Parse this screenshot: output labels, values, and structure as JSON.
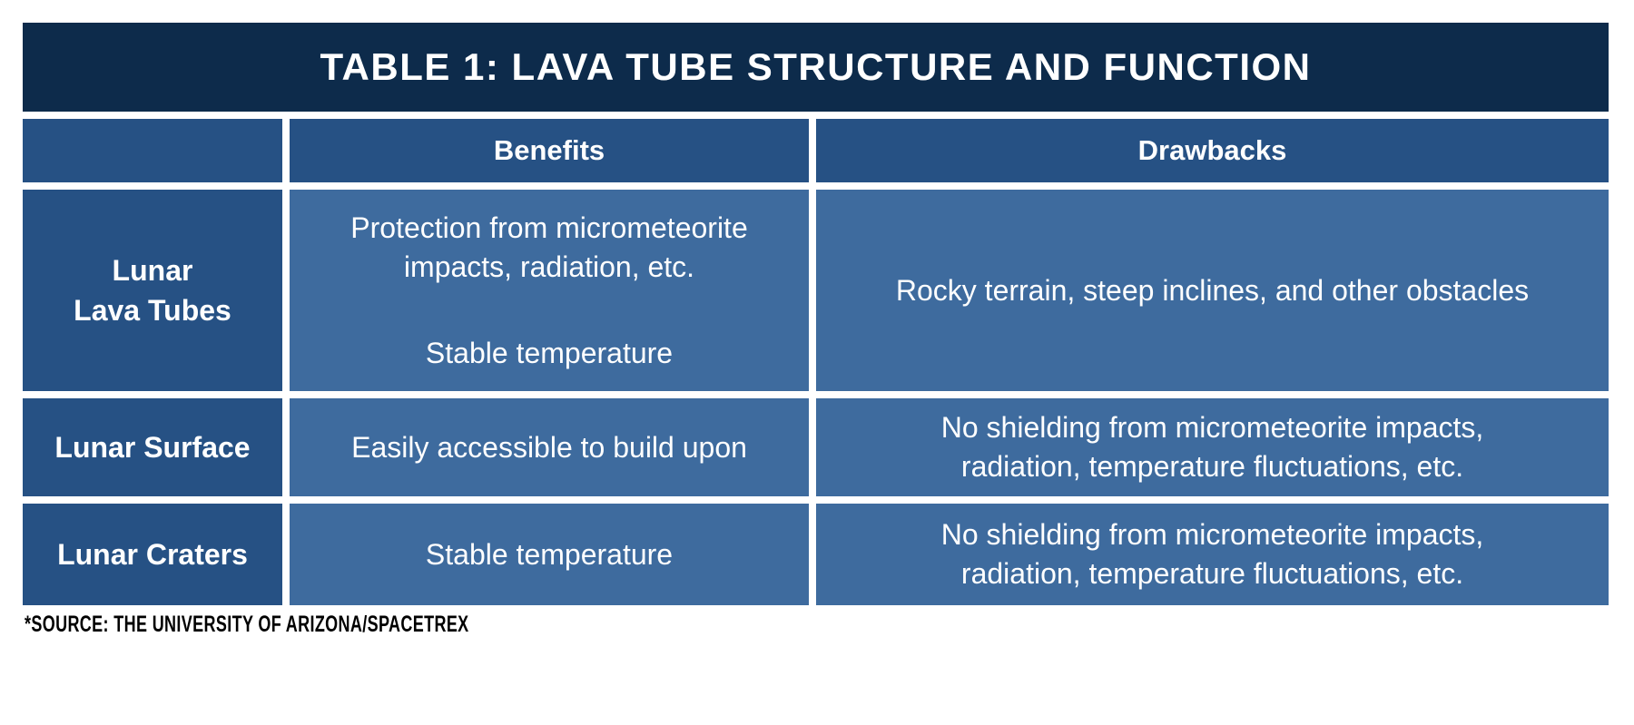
{
  "table": {
    "title": "TABLE 1: LAVA TUBE STRUCTURE AND FUNCTION",
    "column_headers": [
      "Benefits",
      "Drawbacks"
    ],
    "rows": [
      {
        "label": "Lunar Lava Tubes",
        "label_lines": [
          "Lunar",
          "Lava Tubes"
        ],
        "benefits": [
          "Protection from micrometeorite impacts, radiation, etc.",
          "Stable temperature"
        ],
        "drawbacks": [
          "Rocky terrain, steep inclines, and other obstacles"
        ]
      },
      {
        "label": "Lunar Surface",
        "label_lines": [
          "Lunar Surface"
        ],
        "benefits": [
          "Easily accessible to build upon"
        ],
        "drawbacks": [
          "No shielding from micrometeorite impacts, radiation, temperature fluctuations, etc."
        ]
      },
      {
        "label": "Lunar Craters",
        "label_lines": [
          "Lunar Craters"
        ],
        "benefits": [
          "Stable temperature"
        ],
        "drawbacks": [
          "No shielding from micrometeorite impacts, radiation, temperature fluctuations, etc."
        ]
      }
    ],
    "source_note": "*SOURCE: THE UNIVERSITY OF ARIZONA/SPACETREX"
  },
  "chart_data": {
    "type": "table",
    "title": "TABLE 1: LAVA TUBE STRUCTURE AND FUNCTION",
    "columns": [
      "",
      "Benefits",
      "Drawbacks"
    ],
    "cells": [
      [
        "Lunar Lava Tubes",
        "Protection from micrometeorite impacts, radiation, etc. / Stable temperature",
        "Rocky terrain, steep inclines, and other obstacles"
      ],
      [
        "Lunar Surface",
        "Easily accessible to build upon",
        "No shielding from micrometeorite impacts, radiation, temperature fluctuations, etc."
      ],
      [
        "Lunar Craters",
        "Stable temperature",
        "No shielding from micrometeorite impacts, radiation, temperature fluctuations, etc."
      ]
    ],
    "source": "*SOURCE: THE UNIVERSITY OF ARIZONA/SPACETREX"
  },
  "colors": {
    "title_bar": "#0d2b4b",
    "header_and_label_cells": "#265184",
    "body_cells": "#3e6b9e",
    "cell_text": "#ffffff",
    "source_text": "#000000",
    "page_background": "#ffffff"
  }
}
